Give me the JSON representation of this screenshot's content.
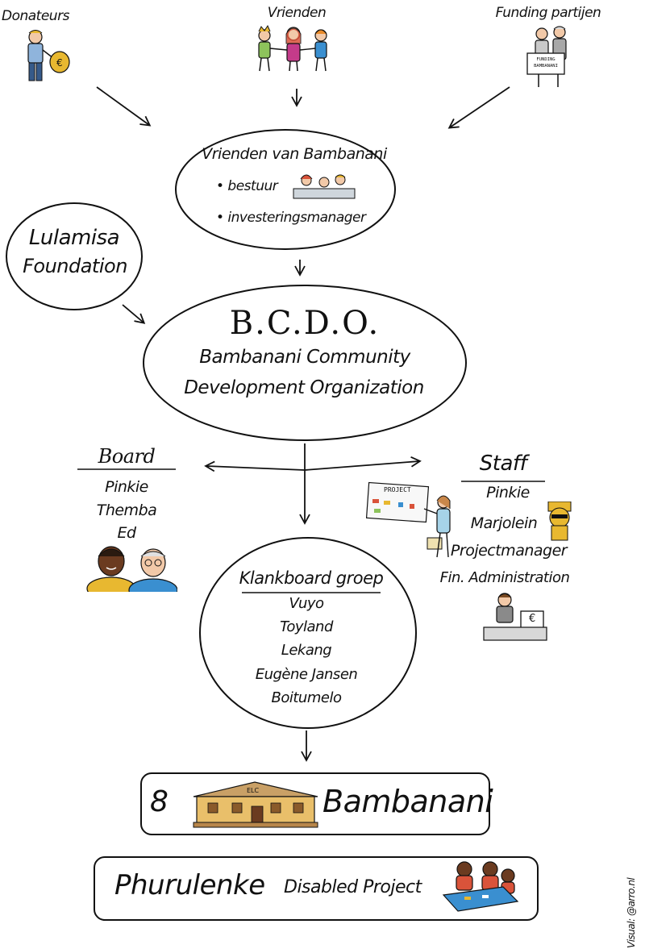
{
  "sources": {
    "donateurs": "Donateurs",
    "vrienden": "Vrienden",
    "funding": "Funding partijen",
    "funding_sign": "FUNDING BAMBANANI"
  },
  "vvb": {
    "title": "Vrienden van Bambanani",
    "items": [
      "• bestuur",
      "• investeringsmanager"
    ]
  },
  "lulamisa": {
    "line1": "Lulamisa",
    "line2": "Foundation"
  },
  "bcdo": {
    "abbr": "B.C.D.O.",
    "line1": "Bambanani Community",
    "line2": "Development Organization"
  },
  "board": {
    "title": "Board",
    "members": [
      "Pinkie",
      "Themba",
      "Ed"
    ]
  },
  "staff": {
    "title": "Staff",
    "members": [
      "Pinkie",
      "Marjolein",
      "Projectmanager",
      "Fin. Administration"
    ],
    "whiteboard_label": "PROJECT",
    "euro_label": "€"
  },
  "klankboard": {
    "title": "Klankboard groep",
    "members": [
      "Vuyo",
      "Toyland",
      "Lekang",
      "Eugène Jansen",
      "Boitumelo"
    ]
  },
  "elc": {
    "prefix": "8 ELC",
    "sign": "ELC",
    "name": "Bambanani"
  },
  "phurulenke": {
    "name": "Phurulenke",
    "rest": "Disabled Project"
  },
  "credit": "Visual: @arro.nl",
  "colors": {
    "ink": "#111111",
    "gold": "#e8b830",
    "roof": "#c9a066",
    "wall": "#e9bf6a",
    "skin_light": "#f2c9a8",
    "skin_dark": "#6b3b20",
    "accent_red": "#d9533a",
    "accent_blue": "#3a8fd0"
  }
}
